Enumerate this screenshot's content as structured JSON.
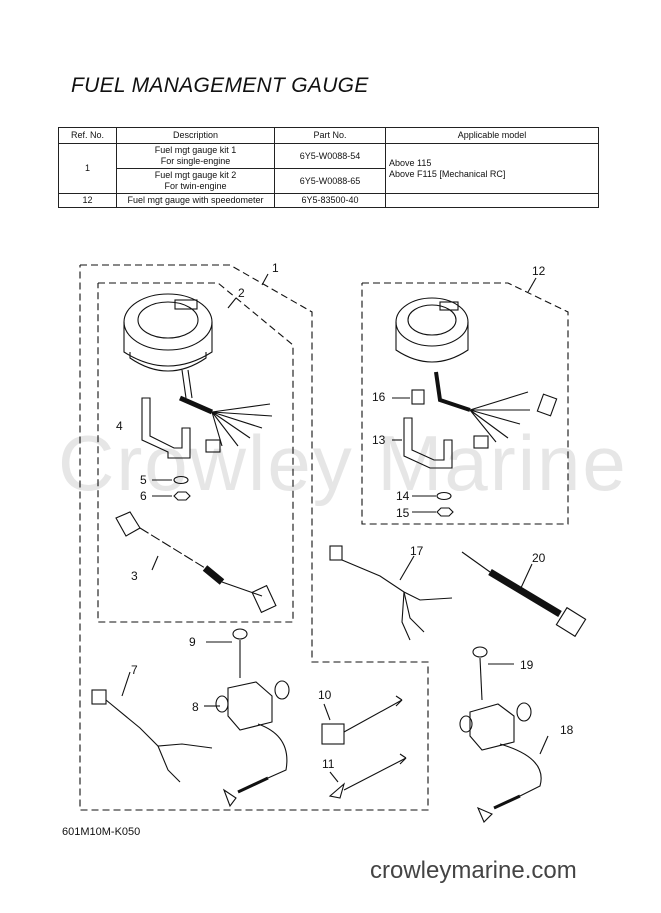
{
  "title": "FUEL MANAGEMENT GAUGE",
  "table": {
    "headers": [
      "Ref. No.",
      "Description",
      "Part No.",
      "Applicable model"
    ],
    "rows": [
      {
        "ref": "1",
        "description": "Fuel mgt gauge kit 1\nFor single-engine",
        "part": "6Y5-W0088-54",
        "model": "Above 115\nAbove F115 [Mechanical RC]"
      },
      {
        "ref": "",
        "description": "Fuel mgt gauge kit 2\nFor twin-engine",
        "part": "6Y5-W0088-65",
        "model": ""
      },
      {
        "ref": "12",
        "description": "Fuel mgt gauge with speedometer",
        "part": "6Y5-83500-40",
        "model": ""
      }
    ]
  },
  "watermark": "Crowley Marine",
  "callouts": [
    "1",
    "2",
    "3",
    "4",
    "5",
    "6",
    "7",
    "8",
    "9",
    "10",
    "11",
    "12",
    "13",
    "14",
    "15",
    "16",
    "17",
    "18",
    "19",
    "20"
  ],
  "diagram_code": "601M10M-K050",
  "footer_site": "crowleymarine.com"
}
